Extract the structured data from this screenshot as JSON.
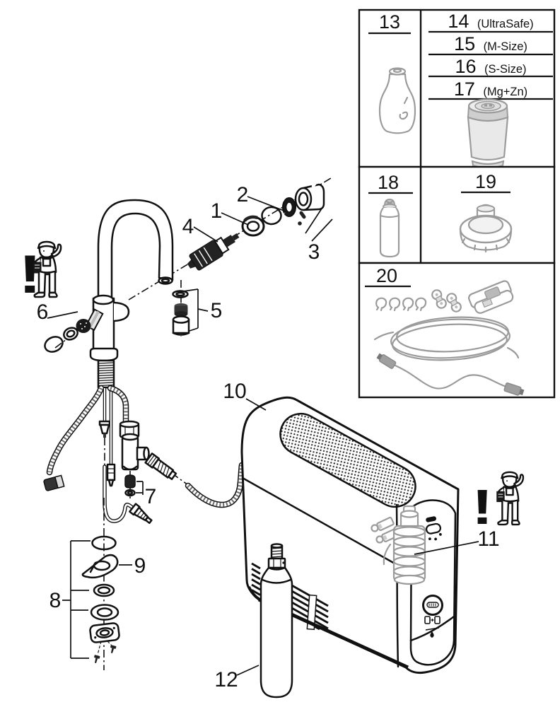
{
  "page": {
    "background": "#ffffff",
    "line_color": "#111111",
    "secondary_line_color": "#9b9b9b"
  },
  "filter_box": {
    "head": {
      "number": "13"
    },
    "cartridges": {
      "rows": [
        {
          "number": "14",
          "variant": "(UltraSafe)"
        },
        {
          "number": "15",
          "variant": "(M-Size)"
        },
        {
          "number": "16",
          "variant": "(S-Size)"
        },
        {
          "number": "17",
          "variant": "(Mg+Zn)"
        }
      ]
    }
  },
  "co2_box": {
    "cartridge": {
      "number": "18"
    },
    "adapter": {
      "number": "19"
    }
  },
  "accessories_box": {
    "number": "20"
  },
  "callouts": {
    "c1": "1",
    "c2": "2",
    "c3": "3",
    "c4": "4",
    "c5": "5",
    "c6": "6",
    "c7": "7",
    "c8": "8",
    "c9": "9",
    "c10": "10",
    "c11": "11",
    "c12": "12"
  },
  "warning": {
    "mark": "!"
  }
}
